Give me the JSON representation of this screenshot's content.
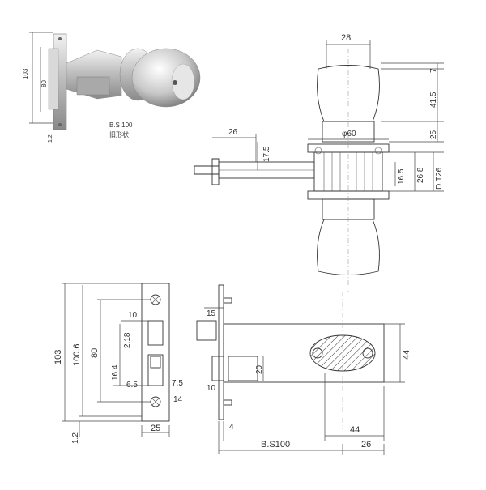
{
  "photo": {
    "caption_line1": "B.S 100",
    "caption_line2": "旧形状",
    "dims": {
      "height": "103",
      "inner": "80",
      "bottom": "1.2"
    }
  },
  "side_view": {
    "knob_width": "28",
    "dim_7": "7",
    "dim_41_5": "41.5",
    "rose_dia": "φ60",
    "dim_25": "25",
    "backset_26": "26",
    "dim_17_5": "17.5",
    "dim_16_5": "16.5",
    "dim_26_8": "26.8",
    "door_thickness": "D.T26"
  },
  "faceplate": {
    "height_103": "103",
    "height_100_6": "100.6",
    "height_80": "80",
    "dim_1_2": "1.2",
    "latch_10": "10",
    "dim_16_4": "16.4",
    "dim_2_18": "2.18",
    "dim_6_5": "6.5",
    "dim_7_5": "7.5",
    "dim_14": "14",
    "width_25": "25"
  },
  "plan_view": {
    "dim_15": "15",
    "dim_20": "20",
    "dim_10": "10",
    "dim_4": "4",
    "dim_44_v": "44",
    "dim_44_h": "44",
    "backset": "B.S100",
    "dim_26": "26"
  }
}
